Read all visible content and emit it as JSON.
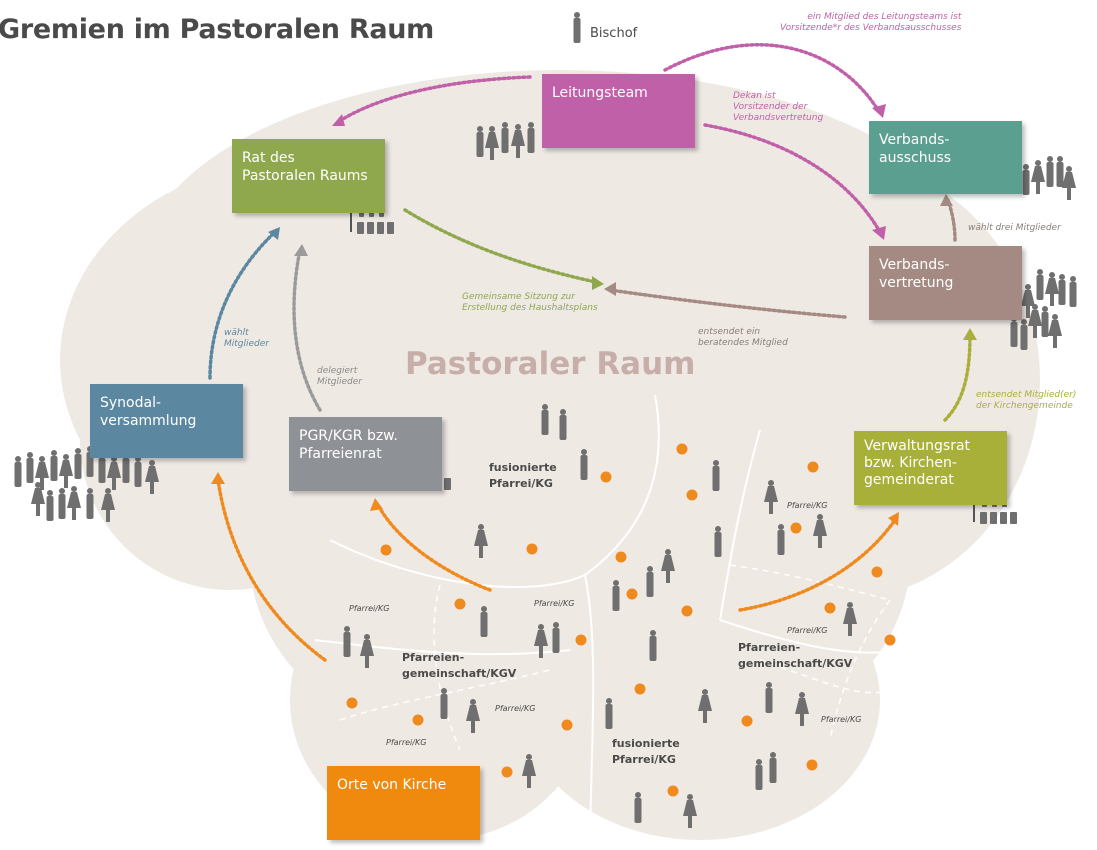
{
  "title": "Gremien im Pastoralen Raum",
  "area_label": "Pastoraler Raum",
  "bischof": "Bischof",
  "boxes": {
    "leitungsteam": "Leitungsteam",
    "rat": "Rat des\nPastoralen Raums",
    "verbandsausschuss": "Verbands-\nausschuss",
    "verbandsvertretung": "Verbands-\nvertretung",
    "synodal": "Synodal-\nversammlung",
    "pgr": "PGR/KGR bzw.\nPfarreienrat",
    "verwaltungsrat": "Verwaltungsrat\nbzw. Kirchen-\ngemeinderat",
    "orte": "Orte von Kirche"
  },
  "notes": {
    "mitglied_leitungsteam": "ein Mitglied des Leitungsteams ist\nVorsitzende*r des Verbandsausschusses",
    "dekan": "Dekan ist\nVorsitzender der\nVerbandsvertretung",
    "waehlt_drei": "wählt drei Mitglieder",
    "gemeinsame_sitzung": "Gemeinsame Sitzung zur\nErstellung des Haushaltsplans",
    "entsendet_beratend": "entsendet ein\nberatendes Mitglied",
    "waehlt_mitglieder": "wählt\nMitglieder",
    "delegiert": "delegiert\nMitglieder",
    "entsendet_kirchengemeinde": "entsendet Mitglied(er)\nder Kirchengemeinde"
  },
  "regions": {
    "fusionierte_top": "fusionierte\nPfarrei/KG",
    "fusionierte_bottom": "fusionierte\nPfarrei/KG",
    "pg_left": "Pfarreien-\ngemeinschaft/KGV",
    "pg_right": "Pfarreien-\ngemeinschaft/KGV"
  },
  "pfarrei_kg": "Pfarrei/KG",
  "colors": {
    "leitungsteam": "#c060a8",
    "rat": "#8fa84e",
    "verbandsausschuss": "#5a9f90",
    "verbandsvertretung": "#a58a83",
    "synodal": "#5b88a0",
    "pgr": "#8e9196",
    "verwaltungsrat": "#a8b03a",
    "orte": "#ef8a0e",
    "cloud": "#efe9e4",
    "dot": "#ef8a1e",
    "figure": "#6f6f6f"
  }
}
